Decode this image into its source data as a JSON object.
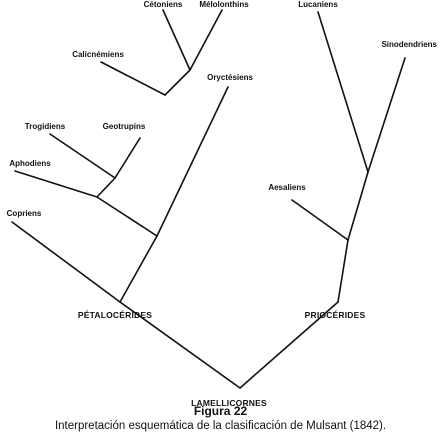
{
  "diagram": {
    "taxa": {
      "cetoniens": "Cétoniens",
      "melolonthins": "Mélolonthins",
      "lucaniens": "Lucaniens",
      "sinodendriens": "Sinodendriens",
      "calicnemiens": "Calicnémiens",
      "oryctesiens": "Oryctésiens",
      "trogidiens": "Trogidiens",
      "geotrupins": "Geotrupins",
      "aphodiens": "Aphodiens",
      "aesaliens": "Aesaliens",
      "copriens": "Copriens"
    },
    "groups": {
      "petalocerides": "PÉTALOCÉRIDES",
      "priocerides": "PRIOCÉRIDES",
      "lamellicornes": "LAMELLICORNES"
    }
  },
  "caption": {
    "title": "Figura 22",
    "text": "Interpretación esquemática de la clasificación de Mulsant (1842)."
  }
}
